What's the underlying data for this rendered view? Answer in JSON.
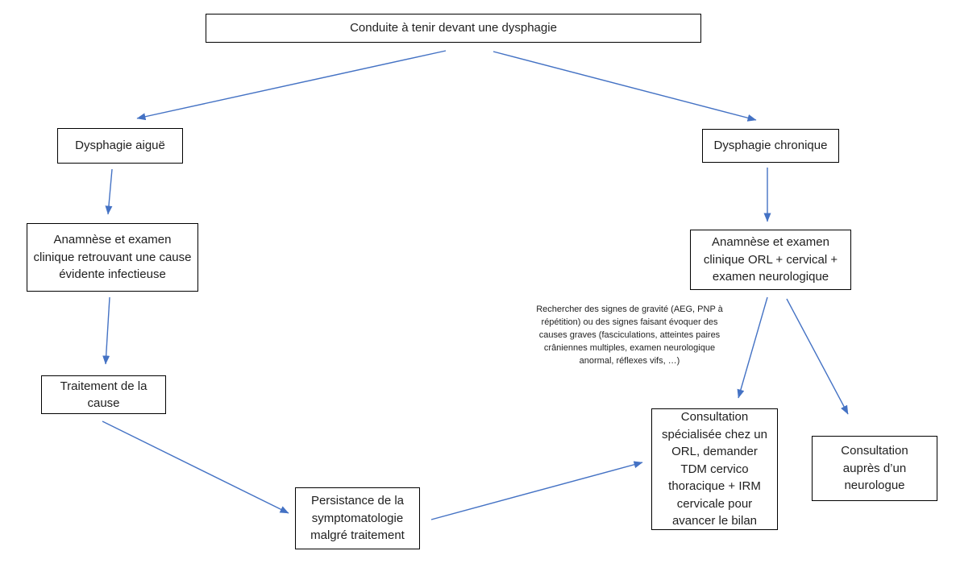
{
  "title": "Conduite à tenir devant une dysphagie",
  "nodes": {
    "dysphagie_aigue": "Dysphagie aiguë",
    "dysphagie_chronique": "Dysphagie chronique",
    "anamnese_infectieuse": "Anamnèse et examen clinique retrouvant une cause évidente infectieuse",
    "anamnese_orl": "Anamnèse et examen clinique ORL + cervical + examen neurologique",
    "traitement_cause": "Traitement de la cause",
    "persistance": "Persistance de la symptomatologie malgré traitement",
    "consultation_orl": "Consultation spécialisée chez un ORL, demander TDM cervico thoracique + IRM cervicale pour avancer le bilan",
    "consultation_neurologue": "Consultation auprès d’un neurologue"
  },
  "annotations": {
    "signes_gravite": "Rechercher des signes de gravité (AEG, PNP à répétition) ou des signes faisant évoquer des causes graves (fasciculations, atteintes paires crâniennes multiples, examen neurologique anormal, réflexes vifs, …)"
  },
  "colors": {
    "arrow": "#4472C4",
    "border": "#000000",
    "text": "#1f1f1f",
    "background": "#ffffff"
  }
}
